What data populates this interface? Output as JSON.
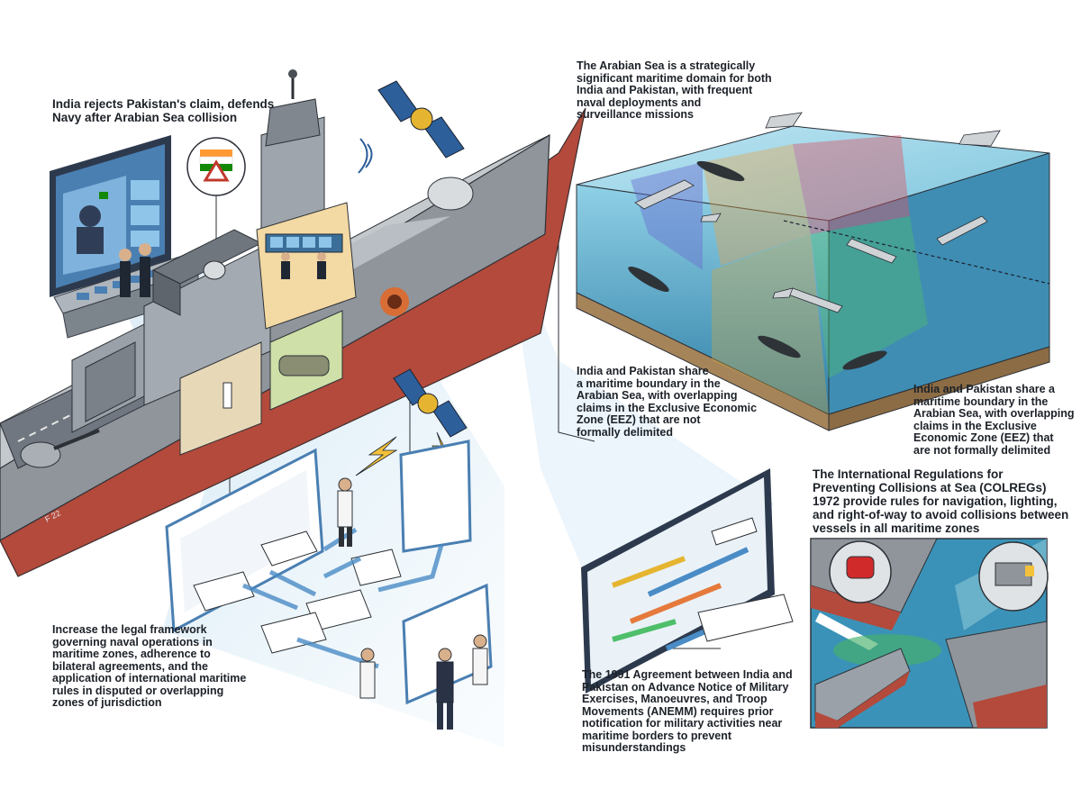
{
  "captions": {
    "headline": "India rejects Pakistan's claim, defends\nNavy after Arabian Sea collision",
    "arabian_sea": "The Arabian Sea is a strategically\nsignificant maritime domain for both\nIndia and Pakistan, with frequent\nnaval deployments and\nsurveillance missions",
    "boundary_center": "India and Pakistan share\na maritime boundary in the\nArabian Sea, with overlapping\nclaims in the Exclusive Economic\nZone (EEZ) that are not\nformally delimited",
    "boundary_right": "India and Pakistan share a\nmaritime boundary in the\nArabian Sea, with overlapping\nclaims in the Exclusive\nEconomic Zone (EEZ) that\nare not formally delimited",
    "colregs": "The International Regulations for\nPreventing Collisions at Sea (COLREGs)\n1972 provide rules for navigation, lighting,\nand right-of-way to avoid collisions between\nvessels in all maritime zones",
    "legal_framework": "Increase the legal framework\ngoverning naval operations in\nmaritime zones, adherence to\nbilateral agreements, and the\napplication of international maritime\nrules in disputed or overlapping\nzones of jurisdiction",
    "anemm": "The 1991 Agreement between India and\nPakistan on Advance Notice of Military\nExercises, Manoeuvres, and Troop\nMovements (ANEMM) requires prior\nnotification for military activities near\nmaritime borders to prevent\nmisunderstandings"
  },
  "colors": {
    "hull_gray": "#8f959b",
    "hull_red": "#b34a3c",
    "sea_blue": "#6ab3cf",
    "screen_blue": "#4a7fb2",
    "accent_yellow": "#f3c13a"
  }
}
